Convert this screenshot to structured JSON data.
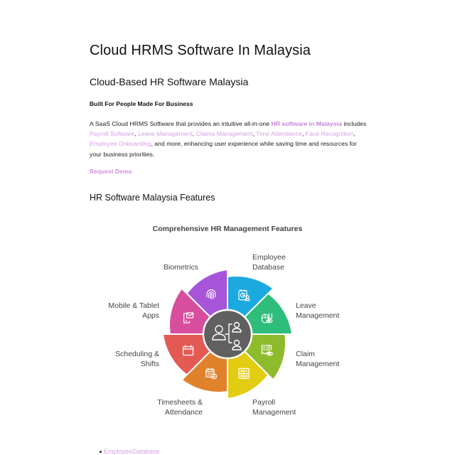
{
  "page": {
    "title": "Cloud HRMS Software In Malaysia",
    "subtitle": "Cloud-Based HR Software Malaysia",
    "tagline": "Built For People Made For Business",
    "intro": {
      "text_1": "A SaaS Cloud HRMS Software that provides an intuitive all-in-one ",
      "link_hr_software": "HR software in Malaysia",
      "text_2": " includes ",
      "link_payroll": "Payroll Software",
      "sep_1": ", ",
      "link_leave": "Leave Management",
      "sep_2": ", ",
      "link_claims": "Claims Management",
      "sep_3": ", ",
      "link_time": "Time Attendance",
      "sep_4": ", ",
      "link_face": "Face Recognition",
      "sep_5": ", ",
      "link_onboarding": "Employee Onboarding",
      "text_3": ", and more, enhancing user experience while saving time and resources for your business priorities."
    },
    "request_demo": "Request Demo",
    "features_heading": "HR Software Malaysia Features"
  },
  "diagram": {
    "title": "Comprehensive HR Management Features",
    "center_icon": "org-chart-icon",
    "segments": [
      {
        "label_line1": "Employee",
        "label_line2": "Database",
        "icon": "employee-database-icon",
        "color": "#1ba9e0"
      },
      {
        "label_line1": "Leave",
        "label_line2": "Management",
        "icon": "leave-management-icon",
        "color": "#2ebd7a"
      },
      {
        "label_line1": "Claim",
        "label_line2": "Management",
        "icon": "claim-management-icon",
        "color": "#8dbb2c"
      },
      {
        "label_line1": "Payroll",
        "label_line2": "Management",
        "icon": "payroll-calculator-icon",
        "color": "#e2cd12"
      },
      {
        "label_line1": "Timesheets &",
        "label_line2": "Attendance",
        "icon": "timesheet-clock-icon",
        "color": "#e0822b"
      },
      {
        "label_line1": "Scheduling &",
        "label_line2": "Shifts",
        "icon": "calendar-icon",
        "color": "#e35a55"
      },
      {
        "label_line1": "Mobile & Tablet",
        "label_line2": "Apps",
        "icon": "mobile-app-icon",
        "color": "#d84e9e"
      },
      {
        "label_line1": "Biometrics",
        "label_line2": "",
        "icon": "fingerprint-icon",
        "color": "#a655d8"
      }
    ],
    "center_color": "#606060"
  },
  "list": {
    "items": [
      "EmployeeDatabase"
    ]
  }
}
